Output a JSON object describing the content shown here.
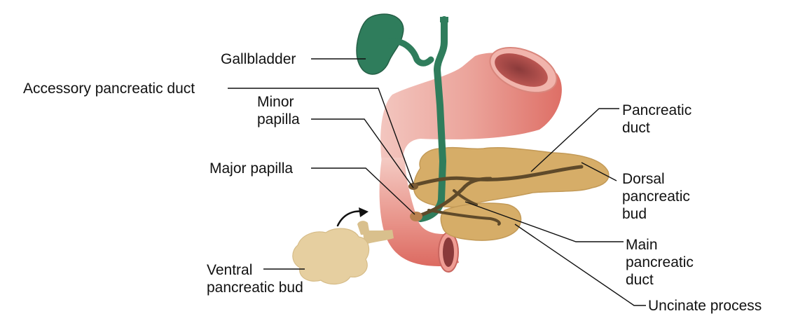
{
  "labels": {
    "gallbladder": "Gallbladder",
    "accessory_pancreatic_duct": "Accessory pancreatic duct",
    "minor_papilla": [
      "Minor",
      "papilla"
    ],
    "major_papilla": "Major papilla",
    "ventral_pancreatic_bud": [
      "Ventral",
      "pancreatic bud"
    ],
    "pancreatic_duct": [
      "Pancreatic",
      "duct"
    ],
    "dorsal_pancreatic_bud": [
      "Dorsal",
      "pancreatic",
      "bud"
    ],
    "main_pancreatic_duct": [
      "Main",
      "pancreatic",
      "duct"
    ],
    "uncinate_process": "Uncinate process"
  },
  "colors": {
    "gallbladder": "#2f7d5c",
    "duodenum": "#e07a72",
    "duodenum_light": "#f2c1ba",
    "pancreas": "#d8b06b",
    "ventral_bud": "#e6cfa0",
    "duct": "#5f4a2a",
    "leader": "#111111"
  }
}
